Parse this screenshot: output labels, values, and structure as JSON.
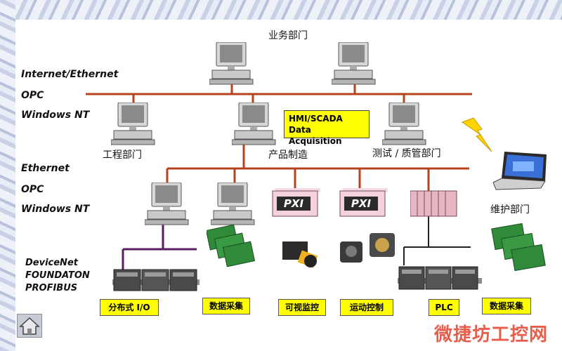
{
  "labels": {
    "business_dept": "业务部门",
    "engineering_dept": "工程部门",
    "production": "产品制造",
    "test_quality": "测试 / 质管部门",
    "maintenance": "维护部门"
  },
  "upper_network": {
    "line1": "Internet/Ethernet",
    "line2": "OPC",
    "line3": "Windows NT"
  },
  "lower_network": {
    "line1": "Ethernet",
    "line2": "OPC",
    "line3": "Windows NT"
  },
  "fieldbus": {
    "line1": "DeviceNet",
    "line2": "FOUNDATON",
    "line3": "PROFIBUS"
  },
  "hmi_box": {
    "line1": "HMI/SCADA",
    "line2": "Data Acquisition"
  },
  "boxes": {
    "distributed_io": "分布式 I/O",
    "data_acq_1": "数据采集",
    "vision": "可视监控",
    "motion": "运动控制",
    "plc": "PLC",
    "data_acq_2": "数据采集"
  },
  "pxi_label": "PXI",
  "watermark": "微捷坊工控网",
  "colors": {
    "network_line": "#b5441c",
    "fieldbus_line": "#5a1f5e",
    "box_yellow": "#ffff00",
    "lightning": "#ffd400"
  }
}
